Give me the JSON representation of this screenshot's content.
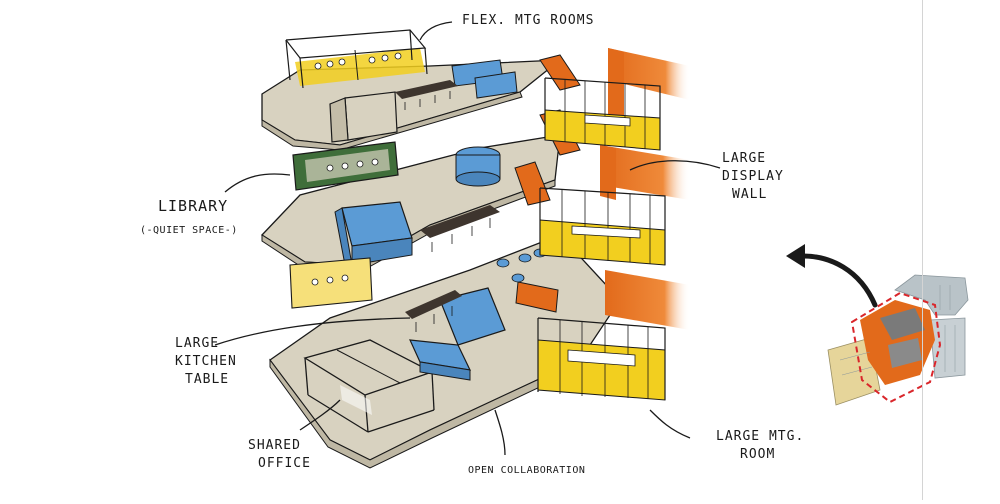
{
  "labels": {
    "flex_mtg_rooms": "FLEX. MTG ROOMS",
    "library_line1": "LIBRARY",
    "library_line2": "(-QUIET SPACE-)",
    "large_display_wall_line1": "LARGE",
    "large_display_wall_line2": "DISPLAY",
    "large_display_wall_line3": "WALL",
    "large_kitchen_table_line1": "LARGE",
    "large_kitchen_table_line2": "KITCHEN",
    "large_kitchen_table_line3": "TABLE",
    "shared_office_line1": "SHARED",
    "shared_office_line2": "OFFICE",
    "open_collaboration": "OPEN COLLABORATION",
    "large_mtg_room_line1": "LARGE MTG.",
    "large_mtg_room_line2": "ROOM"
  },
  "colors": {
    "floor": "#d8d2c0",
    "floor_shadow": "#bfb8a4",
    "yellow": "#f2cf1f",
    "orange": "#e26a1b",
    "blue": "#5b9bd5",
    "green": "#3f6e3a",
    "wood": "#3e352e",
    "ink": "#1a1a1a",
    "plan_grey": "#b9c3c8",
    "plan_dash": "#d9262b"
  }
}
